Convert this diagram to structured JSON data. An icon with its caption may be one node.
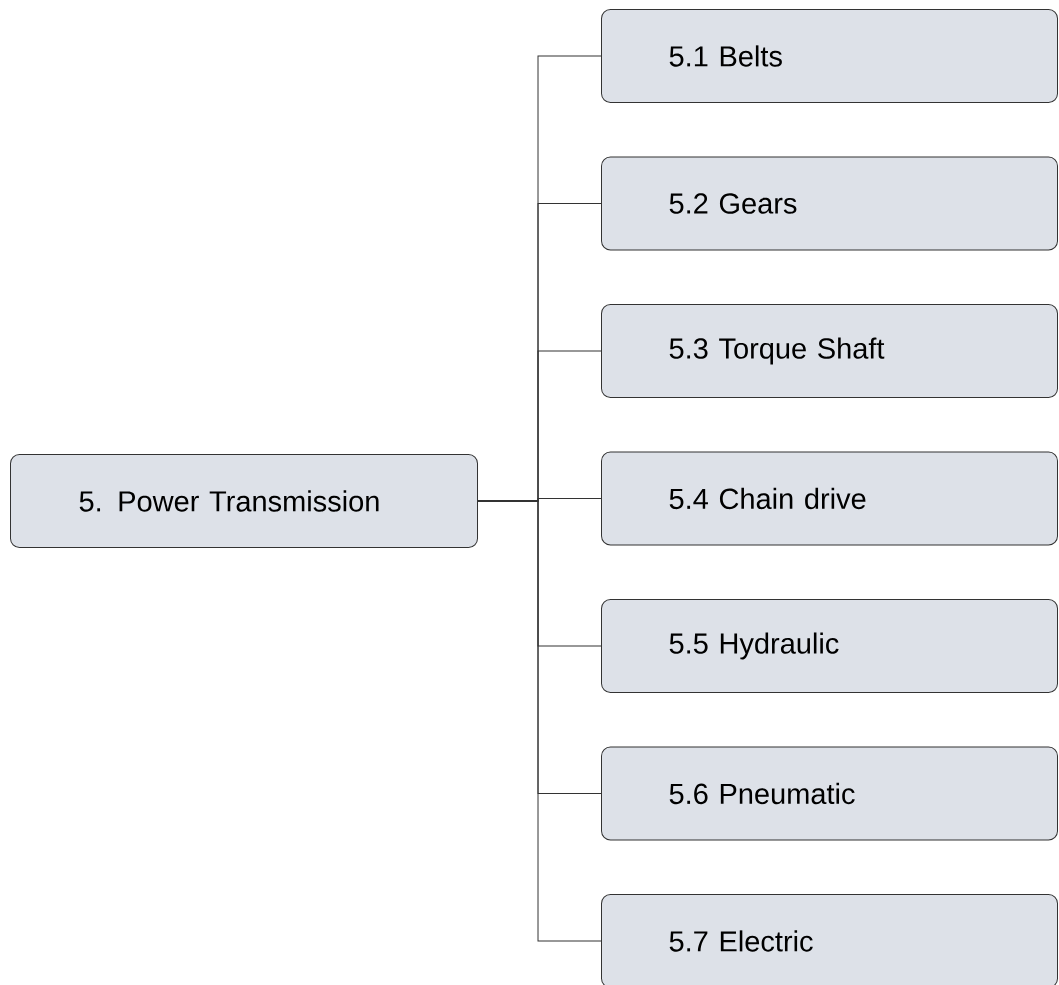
{
  "diagram": {
    "nodes": [
      {
        "text": [
          "5. Power Transmission"
        ]
      },
      {
        "text": [
          "5.1 Belts"
        ]
      },
      {
        "text": [
          "5.2 Gears"
        ]
      },
      {
        "text": [
          "5.3 Torque Shaft"
        ]
      },
      {
        "text": [
          "5.4 Chain drive"
        ]
      },
      {
        "text": [
          "5.5 Hydraulic"
        ]
      },
      {
        "text": [
          "5.6 Pneumatic"
        ]
      },
      {
        "text": [
          "5.7 Electric"
        ]
      }
    ],
    "edges": [
      {
        "from": 0,
        "to": 1,
        "arrow": "none"
      },
      {
        "from": 0,
        "to": 2,
        "arrow": "none"
      },
      {
        "from": 0,
        "to": 3,
        "arrow": "none"
      },
      {
        "from": 0,
        "to": 4,
        "arrow": "none"
      },
      {
        "from": 0,
        "to": 5,
        "arrow": "none"
      },
      {
        "from": 0,
        "to": 6,
        "arrow": "none"
      },
      {
        "from": 0,
        "to": 7,
        "arrow": "none"
      }
    ]
  }
}
